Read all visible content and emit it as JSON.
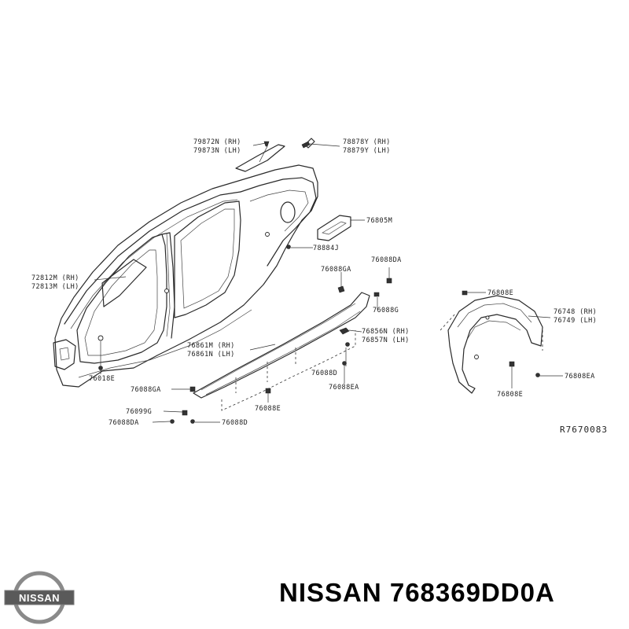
{
  "diagram": {
    "labels": {
      "l79872N": "79872N (RH)",
      "l79873N": "79873N (LH)",
      "l78878Y": "78878Y (RH)",
      "l78879Y": "78879Y (LH)",
      "l76805M": "76805M",
      "l78884J": "78884J",
      "l76088DA_top": "76088DA",
      "l76088GA_top": "76088GA",
      "l76088G_mid": "76088G",
      "l72812M": "72812M (RH)",
      "l72813M": "72813M (LH)",
      "l76856N": "76856N (RH)",
      "l76857N": "76857N (LH)",
      "l76861M": "76861M (RH)",
      "l76861N": "76861N (LH)",
      "l76018E": "76018E",
      "l76088D_mid": "76088D",
      "l76088EA_mid": "76088EA",
      "l76088GA_low": "76088GA",
      "l76088E_low": "76088E",
      "l76099G": "76099G",
      "l76088DA_low": "76088DA",
      "l76088D_low": "76088D",
      "l76808E_top": "76808E",
      "l76748": "76748 (RH)",
      "l76749": "76749 (LH)",
      "l76808EA": "76808EA",
      "l76808E_low": "76808E",
      "reference_code": "R7670083"
    }
  },
  "footer": {
    "title": "NISSAN 768369DD0A",
    "logo_text": "NISSAN"
  },
  "colors": {
    "line": "#2a2a2a",
    "logo_gray": "#8a8a8a",
    "logo_band": "#5a5a5a"
  },
  "icons": {
    "logo": "nissan-logo-icon"
  }
}
